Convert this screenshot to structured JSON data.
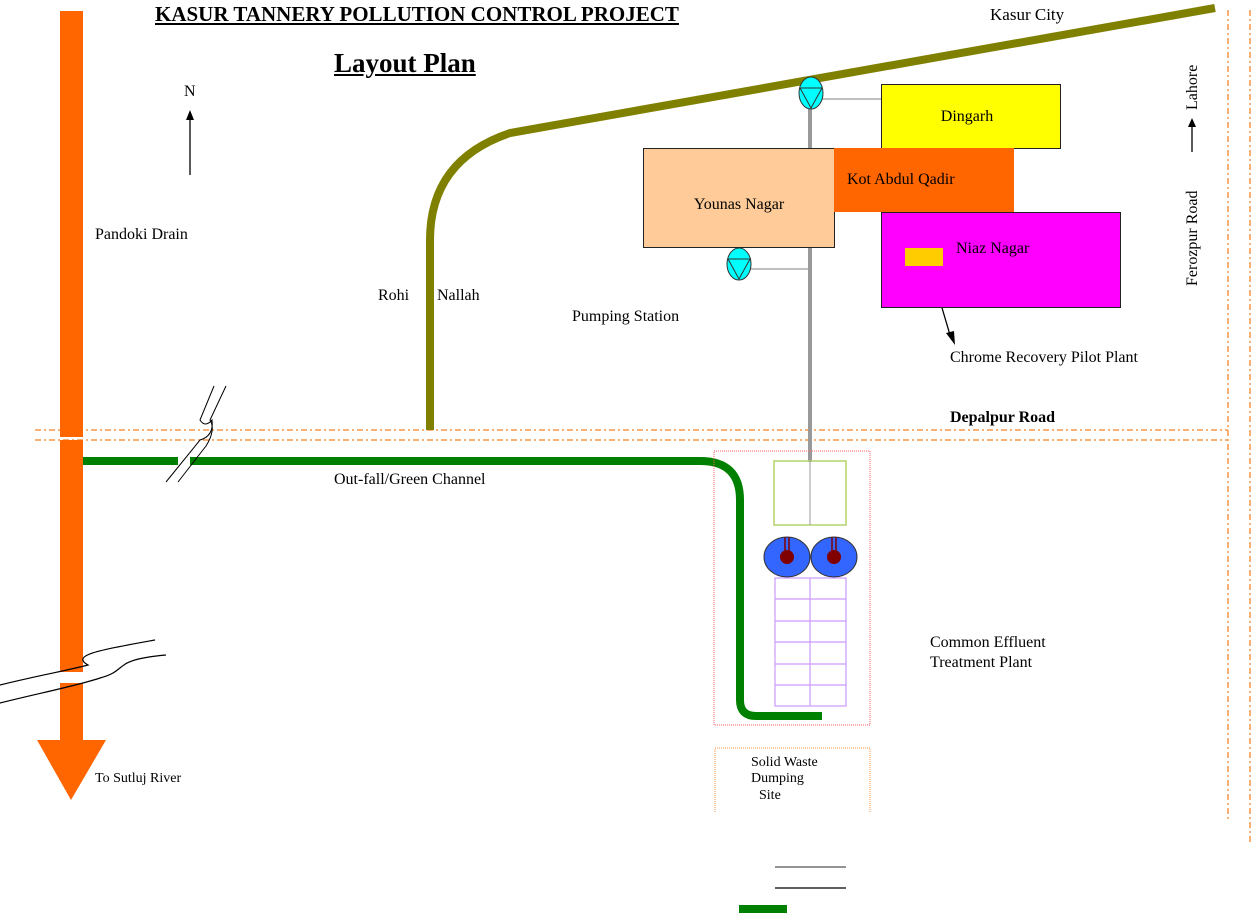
{
  "title": "KASUR TANNERY POLLUTION CONTROL PROJECT",
  "subtitle": "Layout Plan",
  "north_label": "N",
  "labels": {
    "kasur_city": "Kasur City",
    "pandoki_drain": "Pandoki Drain",
    "rohi": "Rohi",
    "nallah": "Nallah",
    "pumping_station": "Pumping Station",
    "chrome_recovery": "Chrome Recovery Pilot Plant",
    "depalpur_road": "Depalpur Road",
    "outfall_channel": "Out-fall/Green Channel",
    "cetp_line1": "Common Effluent",
    "cetp_line2": "Treatment Plant",
    "solid_waste_line1": "Solid Waste",
    "solid_waste_line2": "Dumping",
    "solid_waste_line3": "Site",
    "to_sutluj": "To Sutluj River",
    "ferozpur_road": "Ferozpur Road",
    "lahore": "Lahore"
  },
  "areas": [
    {
      "name": "Dingarh",
      "color": "#ffff00"
    },
    {
      "name": "Kot Abdul Qadir",
      "color": "#ff6600"
    },
    {
      "name": "Younas Nagar",
      "color": "#ffcc99"
    },
    {
      "name": "Niaz Nagar",
      "color": "#ff00ff"
    }
  ],
  "colors": {
    "pandoki_drain": "#ff6600",
    "rohi_nallah": "#808000",
    "green_channel": "#008000",
    "sewer_line": "#999999",
    "road": "#f79646",
    "pump": "#00ffff",
    "clarifier": "#3366ff",
    "clarifier_hub": "#800000",
    "sludge_beds": "#cc99ff",
    "chrome_plant": "#ffcc00"
  }
}
